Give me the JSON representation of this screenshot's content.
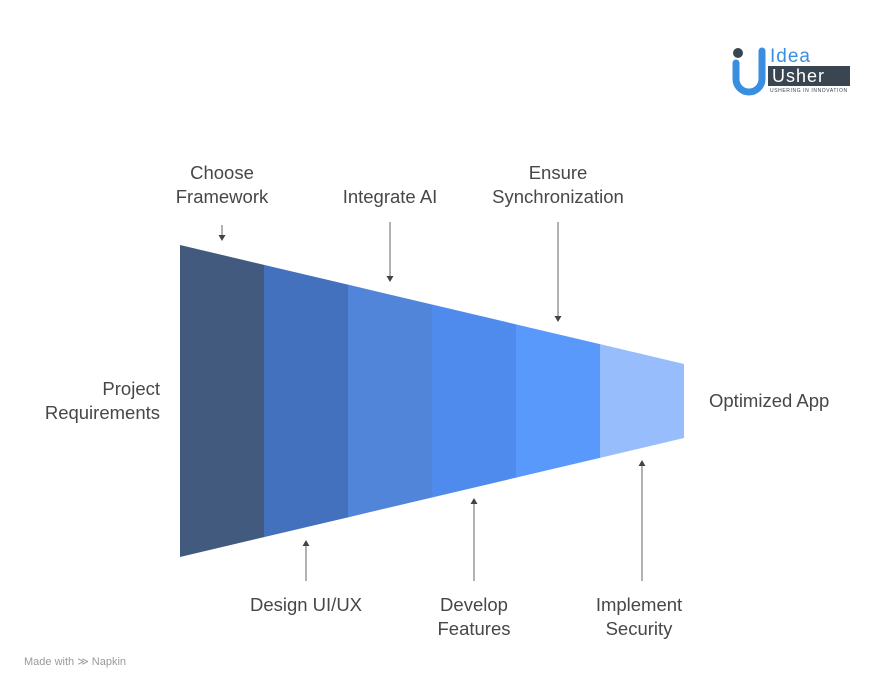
{
  "logo": {
    "idea": "Idea",
    "usher": "Usher",
    "tagline": "USHERING IN INNOVATION"
  },
  "stages": [
    {
      "label": "Project Requirements",
      "color": "#415a7e"
    },
    {
      "label": "Choose Framework",
      "color": "#4371bd"
    },
    {
      "label": "Design UI/UX",
      "color": "#5085d9"
    },
    {
      "label": "Integrate AI",
      "color": "#4f8bec"
    },
    {
      "label": "Develop Features",
      "color": "#5a99fc"
    },
    {
      "label": "Ensure Synchronization",
      "color": "#97bdfd"
    }
  ],
  "labels": {
    "start": [
      "Project",
      "Requirements"
    ],
    "choose": [
      "Choose",
      "Framework"
    ],
    "integrate": "Integrate AI",
    "ensure": [
      "Ensure",
      "Synchronization"
    ],
    "design": "Design UI/UX",
    "develop": [
      "Develop",
      "Features"
    ],
    "implement": [
      "Implement",
      "Security"
    ],
    "end": "Optimized App"
  },
  "footer": {
    "made_with": "Made with",
    "brand": "Napkin"
  }
}
